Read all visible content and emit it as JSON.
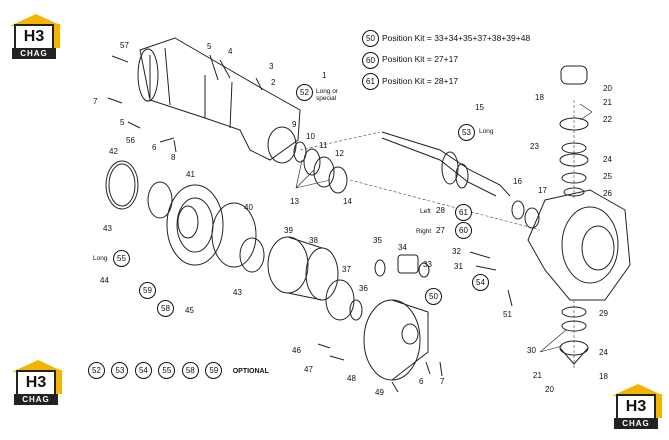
{
  "logo": {
    "mark": "H3",
    "brand": "CHAG"
  },
  "legend": [
    {
      "num": "50",
      "text": "Position Kit = 33+34+35+37+38+39+48"
    },
    {
      "num": "60",
      "text": "Position Kit = 27+17"
    },
    {
      "num": "61",
      "text": "Position Kit = 28+17"
    }
  ],
  "optional": {
    "nums": [
      "52",
      "53",
      "54",
      "55",
      "58",
      "59"
    ],
    "label": "OPTIONAL"
  },
  "notes": {
    "long_or_special": "Long or special",
    "long_53": "Long",
    "long_55": "Long",
    "left": "Left",
    "right": "Right"
  },
  "callouts_plain": [
    "57",
    "5",
    "4",
    "3",
    "2",
    "1",
    "7",
    "5",
    "56",
    "6",
    "8",
    "9",
    "10",
    "11",
    "12",
    "13",
    "14",
    "42",
    "41",
    "43",
    "40",
    "39",
    "38",
    "44",
    "45",
    "43",
    "37",
    "36",
    "35",
    "34",
    "33",
    "46",
    "47",
    "48",
    "6",
    "7",
    "49",
    "15",
    "16",
    "17",
    "28",
    "27",
    "32",
    "31",
    "51",
    "18",
    "20",
    "21",
    "22",
    "23",
    "24",
    "25",
    "26",
    "29",
    "30",
    "24",
    "21",
    "18",
    "20"
  ],
  "callouts_circled": [
    "52",
    "53",
    "55",
    "59",
    "58",
    "50",
    "61",
    "60",
    "54"
  ]
}
